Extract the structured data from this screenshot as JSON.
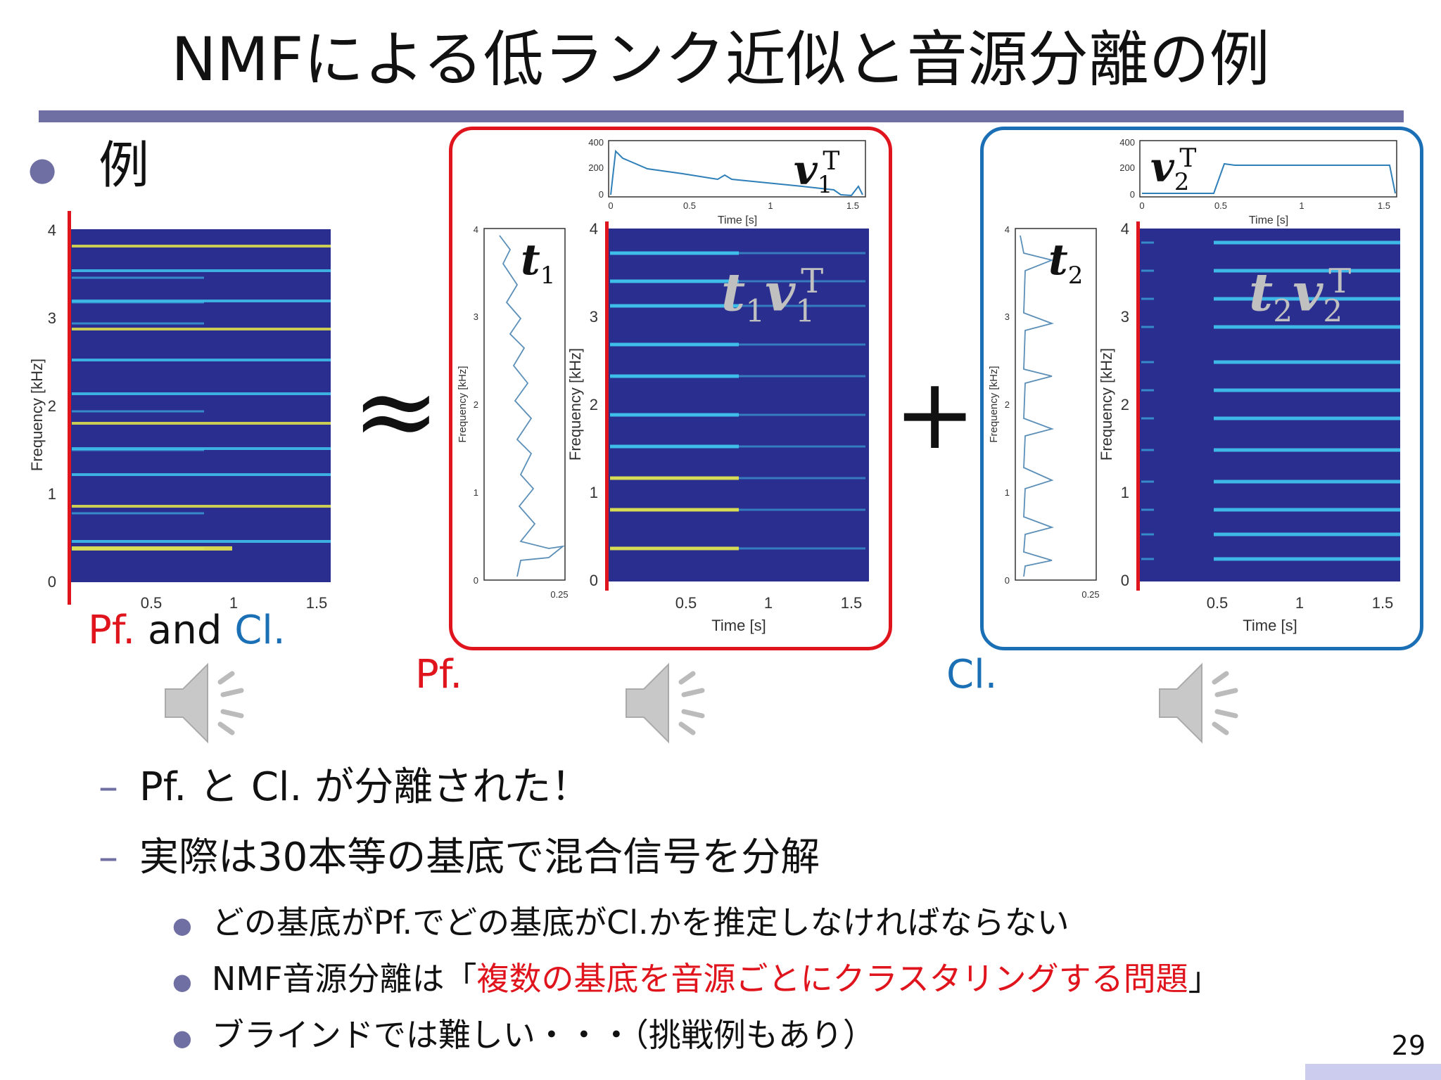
{
  "slide": {
    "title": "NMFによる低ランク近似と音源分離の例",
    "page_number": "29"
  },
  "main_bullet": "例",
  "operators": {
    "approx": "≈",
    "plus": "+"
  },
  "mixture": {
    "label_pf": "Pf.",
    "label_and": " and ",
    "label_cl": "Cl.",
    "ylabel": "Frequency [kHz]",
    "yticks": [
      "0",
      "1",
      "2",
      "3",
      "4"
    ],
    "xticks": [
      "0.5",
      "1",
      "1.5"
    ]
  },
  "pf_panel": {
    "label": "Pf.",
    "basis_label": "t",
    "basis_sub": "1",
    "activation_label": "v",
    "activation_sub": "1",
    "activation_sup": "T",
    "product_a": "t",
    "product_a_sub": "1",
    "product_b": "v",
    "product_b_sub": "1",
    "product_sup": "T",
    "ylabel": "Frequency [kHz]",
    "xlabel": "Time [s]",
    "act_xlabel": "Time [s]",
    "act_yticks": [
      "0",
      "200",
      "400"
    ],
    "act_xticks": [
      "0",
      "0.5",
      "1",
      "1.5"
    ],
    "basis_xticks": [
      "0.25"
    ],
    "basis_yticks": [
      "0",
      "1",
      "2",
      "3",
      "4"
    ],
    "basis_ylabel": "Frequency [kHz]",
    "spec_yticks": [
      "0",
      "1",
      "2",
      "3",
      "4"
    ],
    "spec_xticks": [
      "0.5",
      "1",
      "1.5"
    ]
  },
  "cl_panel": {
    "label": "Cl.",
    "basis_label": "t",
    "basis_sub": "2",
    "activation_label": "v",
    "activation_sub": "2",
    "activation_sup": "T",
    "product_a": "t",
    "product_a_sub": "2",
    "product_b": "v",
    "product_b_sub": "2",
    "product_sup": "T",
    "ylabel": "Frequency [kHz]",
    "xlabel": "Time [s]",
    "act_xlabel": "Time [s]",
    "act_yticks": [
      "0",
      "200",
      "400"
    ],
    "act_xticks": [
      "0",
      "0.5",
      "1",
      "1.5"
    ],
    "basis_xticks": [
      "0.25"
    ],
    "basis_yticks": [
      "0",
      "1",
      "2",
      "3",
      "4"
    ],
    "basis_ylabel": "Frequency [kHz]",
    "spec_yticks": [
      "0",
      "1",
      "2",
      "3",
      "4"
    ],
    "spec_xticks": [
      "0.5",
      "1",
      "1.5"
    ]
  },
  "sub_bullets": [
    "Pf. と Cl. が分離された！",
    "実際は30本等の基底で混合信号を分解"
  ],
  "subsub_bullets": {
    "item1": "どの基底がPf.でどの基底がCl.かを推定しなければならない",
    "item2_prefix": "NMF音源分離は「",
    "item2_highlight": "複数の基底を音源ごとにクラスタリングする問題",
    "item2_suffix": "」",
    "item3": "ブラインドでは難しい・・・（挑戦例もあり）"
  },
  "colors": {
    "accent": "#6f6fa3",
    "pf_red": "#e0141c",
    "cl_blue": "#1a6fb5",
    "spec_bg": "#2a2f8f",
    "harmonic_cyan": "#40c8f0",
    "harmonic_yellow": "#e8e84a"
  },
  "icons": [
    "speaker-icon",
    "speaker-icon",
    "speaker-icon"
  ]
}
